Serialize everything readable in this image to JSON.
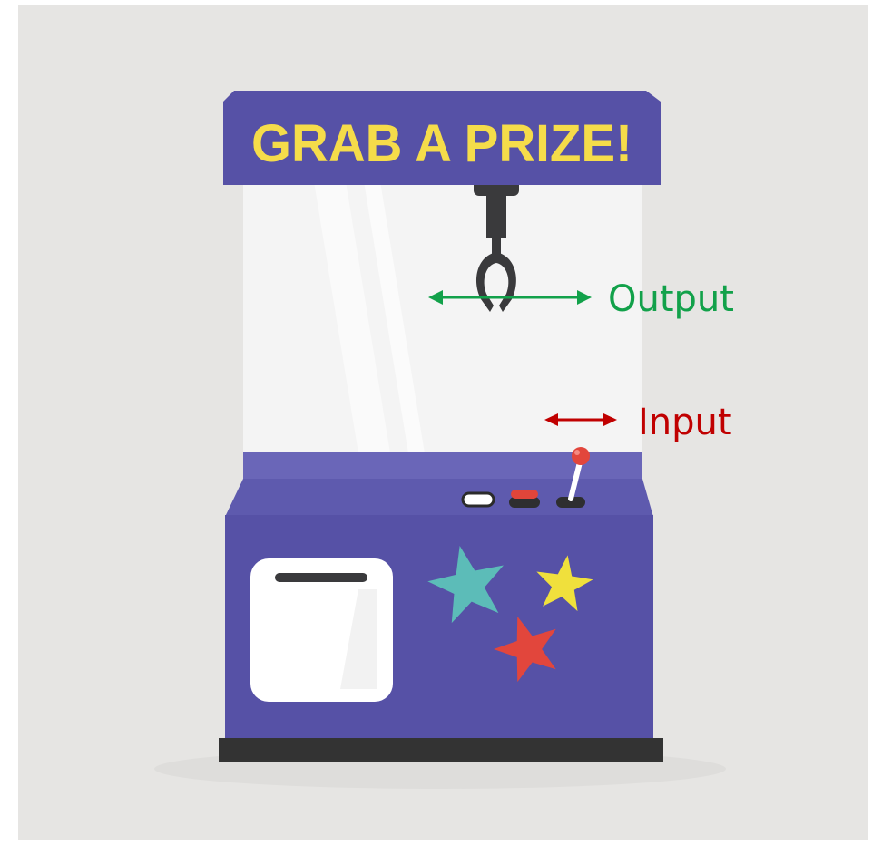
{
  "sign": {
    "text": "GRAB A PRIZE!"
  },
  "labels": {
    "output": "Output",
    "input": "Input"
  },
  "colors": {
    "background": "#e6e5e3",
    "cabinet": "#5651a6",
    "cabinet_dark": "#4a4596",
    "cabinet_ledge": "#6a66b8",
    "sign_text": "#f5dc4a",
    "glass": "#f3f3f3",
    "claw": "#3a3a3c",
    "base": "#333333",
    "output_arrow": "#12a14a",
    "input_arrow": "#c00000",
    "star_teal": "#5cbcb8",
    "star_yellow": "#f0e03c",
    "star_red": "#e2463c",
    "button_red": "#e0453a",
    "button_white": "#ffffff"
  },
  "icons": [
    "claw-icon",
    "joystick-icon",
    "star-icon",
    "coin-slot-icon",
    "double-arrow-icon"
  ]
}
